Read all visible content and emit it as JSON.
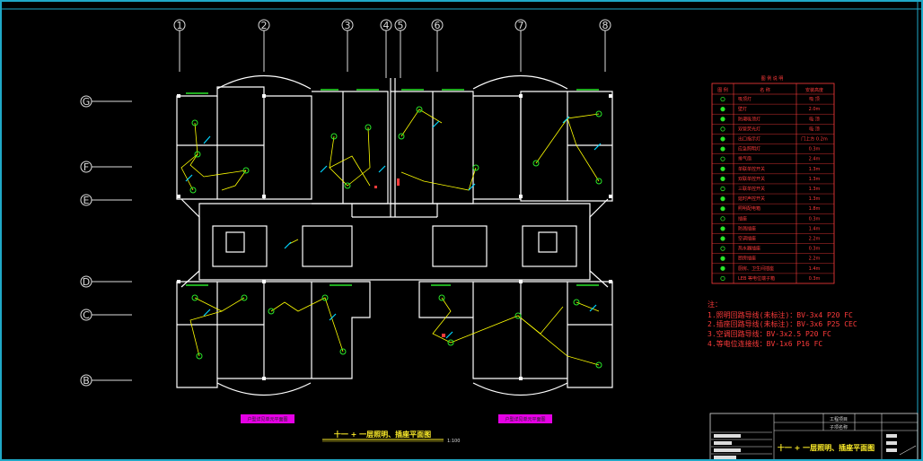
{
  "axes_top": [
    "1",
    "2",
    "3",
    "4",
    "5",
    "6",
    "7",
    "8"
  ],
  "axes_left": [
    "G",
    "F",
    "E",
    "D",
    "C",
    "B"
  ],
  "drawing_title": "十一 + 一层照明、插座平面图",
  "scale": "1:100",
  "title_block_title": "十一 + 一层照明、插座平面图",
  "title_block_fields": [
    "工程项目",
    "子项名称"
  ],
  "legend_title": "图 例 说 明",
  "legend_headers": [
    "图 例",
    "名 称",
    "安装高度"
  ],
  "legend_rows": [
    {
      "name": "吸顶灯",
      "height": "吸 顶"
    },
    {
      "name": "壁灯",
      "height": "2.0m"
    },
    {
      "name": "防潮吸顶灯",
      "height": "吸 顶"
    },
    {
      "name": "双管荧光灯",
      "height": "吸 顶"
    },
    {
      "name": "出口指示灯",
      "height": "门上方 0.2m"
    },
    {
      "name": "应急照明灯",
      "height": "0.3m"
    },
    {
      "name": "排气扇",
      "height": "2.4m"
    },
    {
      "name": "单联单控开关",
      "height": "1.3m"
    },
    {
      "name": "双联单控开关",
      "height": "1.3m"
    },
    {
      "name": "三联单控开关",
      "height": "1.3m"
    },
    {
      "name": "延时声控开关",
      "height": "1.3m"
    },
    {
      "name": "照明配电箱",
      "height": "1.8m"
    },
    {
      "name": "插座",
      "height": "0.3m"
    },
    {
      "name": "防溅插座",
      "height": "1.4m"
    },
    {
      "name": "空调插座",
      "height": "2.2m"
    },
    {
      "name": "热水器插座",
      "height": "0.3m"
    },
    {
      "name": "厨房插座",
      "height": "2.2m"
    },
    {
      "name": "厨房、卫生间插座",
      "height": "1.4m"
    },
    {
      "name": "LEB 等电位端子箱",
      "height": "0.3m"
    }
  ],
  "notes_head": "注：",
  "notes": [
    "1.照明回路导线(未标注)：BV-3x4 P20 FC",
    "2.插座回路导线(未标注)：BV-3x6 P25 CEC",
    "3.空调回路导线：BV-3x2.5 P20 FC",
    "4.等电位连接线：BV-1x6 P16 FC"
  ],
  "tag_left": "户型详见单元平面图",
  "tag_right": "户型详见单元平面图",
  "colors": {
    "frame": "#1fa8c7",
    "wall": "#ffffff",
    "wire": "#ffff00",
    "fixture": "#29e629",
    "socket": "#00d5ff",
    "accent": "#ff3b3b",
    "tag": "#e600e6"
  }
}
